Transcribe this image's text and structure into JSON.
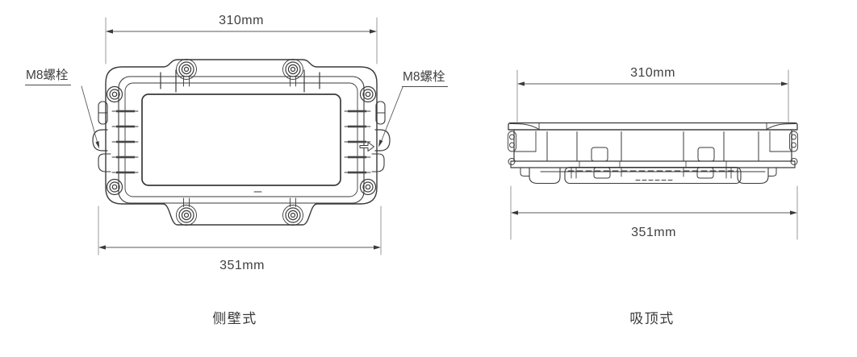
{
  "diagram": {
    "background": "#ffffff",
    "line_color": "#3a3a3a",
    "dimension_color": "#58595b",
    "text_color": "#414042",
    "views": {
      "side_wall": {
        "caption": "侧壁式",
        "top_dimension": "310mm",
        "bottom_dimension": "351mm",
        "bolt_label_left": "M8螺栓",
        "bolt_label_right": "M8螺栓"
      },
      "ceiling": {
        "caption": "吸顶式",
        "top_dimension": "310mm",
        "bottom_dimension": "351mm"
      }
    }
  }
}
